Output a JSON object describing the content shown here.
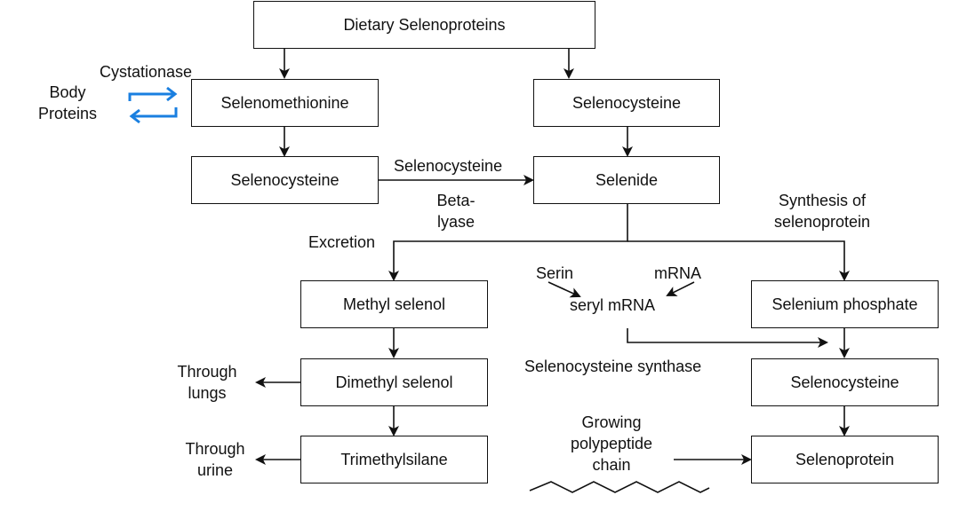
{
  "diagram": {
    "title_node": "Dietary Selenoproteins",
    "nodes": {
      "selenomethionine": "Selenomethionine",
      "selenocysteine_top": "Selenocysteine",
      "selenocysteine_left": "Selenocysteine",
      "selenide": "Selenide",
      "methyl_selenol": "Methyl selenol",
      "dimethyl_selenol": "Dimethyl selenol",
      "trimethylsilane": "Trimethylsilane",
      "selenium_phosphate": "Selenium phosphate",
      "selenocysteine_right": "Selenocysteine",
      "selenoprotein": "Selenoprotein"
    },
    "labels": {
      "cystationase": "Cystationase",
      "body_proteins_1": "Body",
      "body_proteins_2": "Proteins",
      "edge_selenocysteine": "Selenocysteine",
      "beta_lyase_1": "Beta-",
      "beta_lyase_2": "lyase",
      "excretion": "Excretion",
      "synthesis_1": "Synthesis of",
      "synthesis_2": "selenoprotein",
      "serin": "Serin",
      "mrna": "mRNA",
      "seryl_mrna": "seryl mRNA",
      "selenocysteine_synthase": "Selenocysteine synthase",
      "through_lungs_1": "Through",
      "through_lungs_2": "lungs",
      "through_urine_1": "Through",
      "through_urine_2": "urine",
      "growing_1": "Growing",
      "growing_2": "polypeptide",
      "growing_3": "chain"
    },
    "colors": {
      "exchange_arrow": "#1a7fe0",
      "stroke": "#111111"
    }
  }
}
